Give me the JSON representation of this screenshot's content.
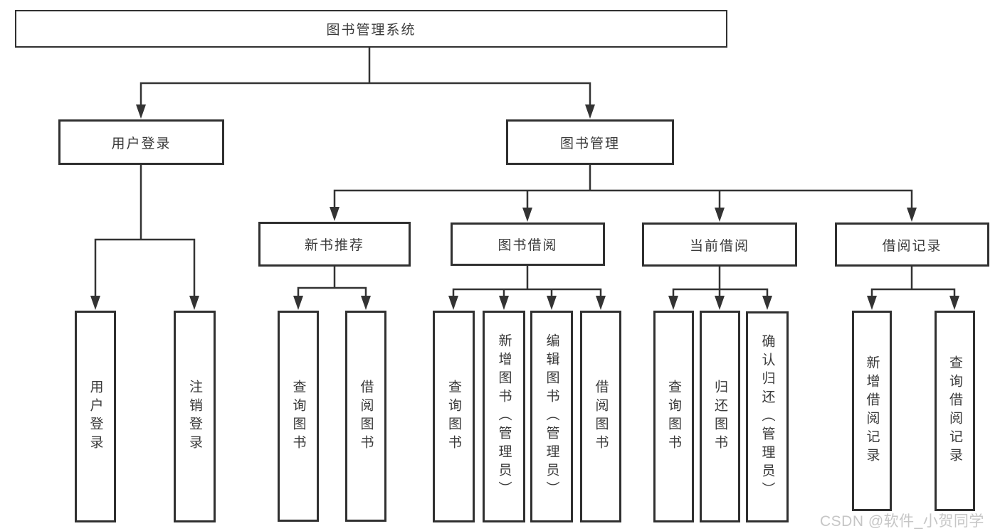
{
  "tree": {
    "label": "图书管理系统",
    "children": [
      {
        "label": "用户登录",
        "children": [
          {
            "label": "用户登录"
          },
          {
            "label": "注销登录"
          }
        ]
      },
      {
        "label": "图书管理",
        "children": [
          {
            "label": "新书推荐",
            "children": [
              {
                "label": "查询图书"
              },
              {
                "label": "借阅图书"
              }
            ]
          },
          {
            "label": "图书借阅",
            "children": [
              {
                "label": "查询图书"
              },
              {
                "label": "新增图书（管理员）"
              },
              {
                "label": "编辑图书（管理员）"
              },
              {
                "label": "借阅图书"
              }
            ]
          },
          {
            "label": "当前借阅",
            "children": [
              {
                "label": "查询图书"
              },
              {
                "label": "归还图书"
              },
              {
                "label": "确认归还（管理员）"
              }
            ]
          },
          {
            "label": "借阅记录",
            "children": [
              {
                "label": "新增借阅记录"
              },
              {
                "label": "查询借阅记录"
              }
            ]
          }
        ]
      }
    ]
  },
  "watermark": {
    "text": "CSDN @软件_小贺同学",
    "color": "#c6c6c6"
  },
  "colors": {
    "line": "#333333",
    "box_border": "#303030",
    "text": "#3a3a3a",
    "background": "#ffffff"
  }
}
